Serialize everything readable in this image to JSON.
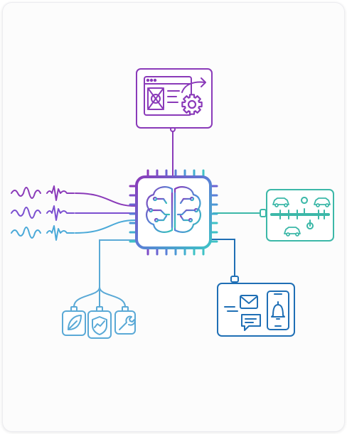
{
  "diagram": {
    "colors": {
      "purple": "#8a3ab9",
      "violet": "#7b4fd0",
      "blue": "#4aa9d8",
      "teal": "#3cb8a8",
      "navy": "#1f6fb5",
      "chip_gradient": [
        "#8a3ab9",
        "#5b7fd6",
        "#3ec2c6"
      ]
    },
    "nodes": [
      {
        "id": "central-ai-chip",
        "icon": "brain-chip-icon"
      },
      {
        "id": "config-panel",
        "icon": "window-gear-arrow-icon"
      },
      {
        "id": "traffic-panel",
        "icon": "cars-timeline-icon"
      },
      {
        "id": "notify-panel",
        "icon": "mail-chat-bell-phone-icon"
      },
      {
        "id": "tag-leaf",
        "icon": "leaf-icon"
      },
      {
        "id": "tag-shield",
        "icon": "shield-chart-icon"
      },
      {
        "id": "tag-wrench",
        "icon": "wrench-icon"
      }
    ],
    "signals": [
      "purple-wave",
      "violet-wave",
      "blue-wave"
    ]
  }
}
